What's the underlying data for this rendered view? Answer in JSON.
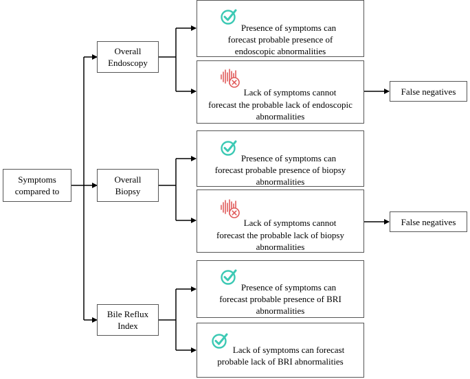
{
  "root": {
    "line1": "Symptoms",
    "line2": "compared to"
  },
  "categories": {
    "endoscopy": {
      "line1": "Overall",
      "line2": "Endoscopy"
    },
    "biopsy": {
      "line1": "Overall",
      "line2": "Biopsy"
    },
    "bri": {
      "line1": "Bile Reflux",
      "line2": "Index"
    }
  },
  "outcomes": {
    "endo_presence": {
      "icon": "check-icon",
      "lines": [
        "Presence of symptoms can",
        "forecast probable presence of",
        "endoscopic abnormalities"
      ]
    },
    "endo_lack": {
      "icon": "waveform-error-icon",
      "lines": [
        "Lack of symptoms cannot",
        "forecast the probable lack of endoscopic",
        "abnormalities"
      ]
    },
    "biopsy_presence": {
      "icon": "check-icon",
      "lines": [
        "Presence of symptoms can",
        "forecast probable presence of biopsy",
        "abnormalities"
      ]
    },
    "biopsy_lack": {
      "icon": "waveform-error-icon",
      "lines": [
        "Lack of symptoms cannot",
        "forecast the probable lack of biopsy",
        "abnormalities"
      ]
    },
    "bri_presence": {
      "icon": "check-icon",
      "lines": [
        "Presence of symptoms can",
        "forecast probable presence of BRI",
        "abnormalities"
      ]
    },
    "bri_lack": {
      "icon": "check-icon",
      "lines": [
        "Lack of symptoms can forecast",
        "probable lack of BRI abnormalities"
      ]
    }
  },
  "results": {
    "endo_false_negatives": "False negatives",
    "biopsy_false_negatives": "False negatives"
  },
  "colors": {
    "check": "#3cc9b4",
    "error": "#e05a5a",
    "line": "#000000",
    "border": "#555555"
  }
}
